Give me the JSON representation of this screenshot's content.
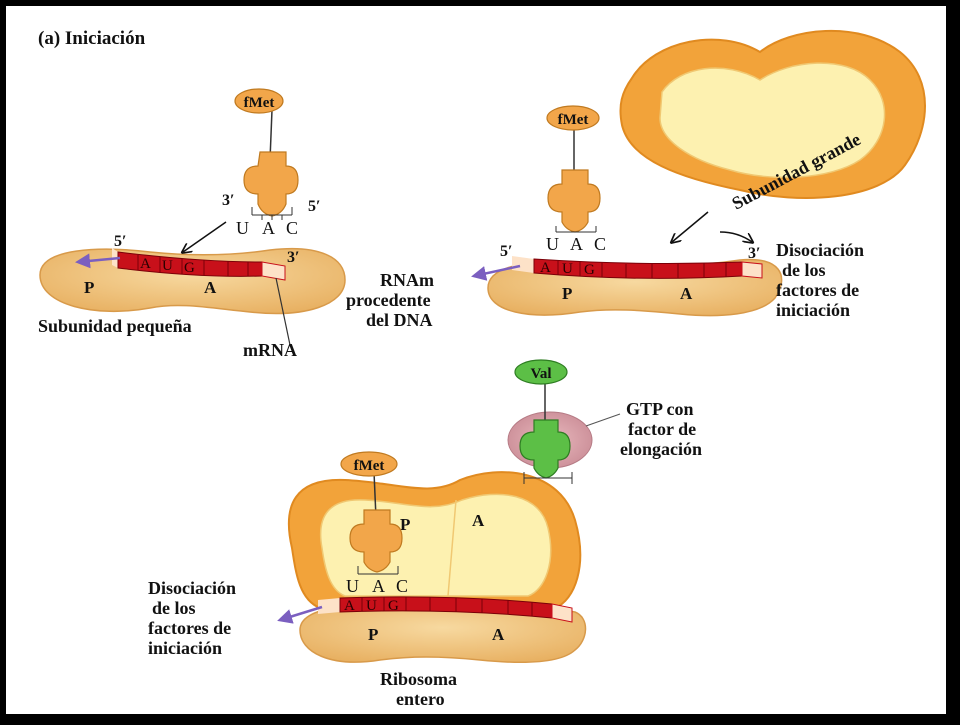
{
  "title": "(a) Iniciación",
  "colors": {
    "ribosome_outer": "#f2a33a",
    "ribosome_inner": "#fdf1b0",
    "small_subunit": "#efc47c",
    "mrna": "#c8101a",
    "mrna_dark": "#7a0008",
    "mrna_tip": "#fde2c8",
    "trna": "#f2a64a",
    "val_trna": "#5cbf46",
    "gtp_halo": "#d49aa3",
    "arrow_purple": "#7b5fc0",
    "background": "#ffffff"
  },
  "panel1": {
    "fmet": "fMet",
    "three_prime_trna": "3′",
    "five_prime_trna": "5′",
    "anticodon": [
      "U",
      "A",
      "C"
    ],
    "five_prime_mrna": "5′",
    "three_prime_mrna": "3′",
    "codon": [
      "A",
      "U",
      "G"
    ],
    "site_p": "P",
    "site_a": "A",
    "small_subunit_label": "Subunidad pequeña",
    "mrna_label": "mRNA"
  },
  "panel2": {
    "fmet": "fMet",
    "anticodon": [
      "U",
      "A",
      "C"
    ],
    "five_prime_mrna": "5′",
    "three_prime_mrna": "3′",
    "codon": [
      "A",
      "U",
      "G"
    ],
    "site_p": "P",
    "site_a": "A",
    "large_subunit_label": "Subunidad grande",
    "rnam_label": [
      "RNAm",
      "procedente",
      "del DNA"
    ],
    "dissociation_label": [
      "Disociación",
      "de los",
      "factores de",
      "iniciación"
    ]
  },
  "panel3": {
    "fmet": "fMet",
    "val": "Val",
    "gtp_label": [
      "GTP con",
      "factor de",
      "elongación"
    ],
    "anticodon": [
      "U",
      "A",
      "C"
    ],
    "codon": [
      "A",
      "U",
      "G"
    ],
    "site_p_top": "P",
    "site_a_top": "A",
    "site_p_bottom": "P",
    "site_a_bottom": "A",
    "dissociation_label": [
      "Disociación",
      "de los",
      "factores de",
      "iniciación"
    ],
    "ribosome_label": [
      "Ribosoma",
      "entero"
    ]
  }
}
